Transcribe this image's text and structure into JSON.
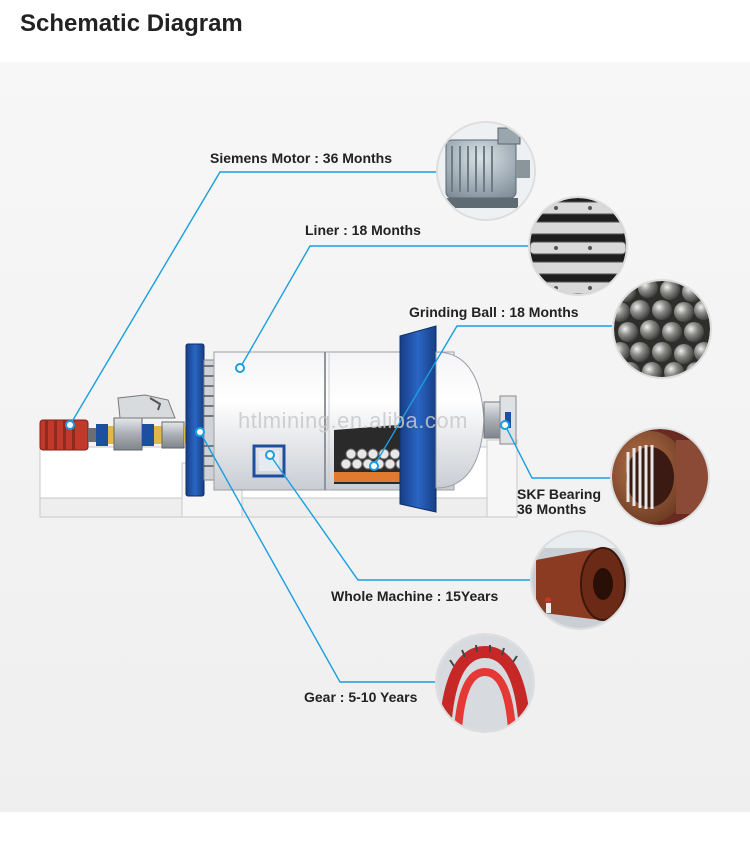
{
  "title": "Schematic Diagram",
  "watermark": "htlmining.en.ali",
  "watermark_tail": "ba.com",
  "components": [
    {
      "label": "Siemens Motor : 36 Months",
      "icon": "electric-motor-icon"
    },
    {
      "label": "Liner : 18 Months",
      "icon": "liner-plates-icon"
    },
    {
      "label": "Grinding Ball : 18 Months",
      "icon": "grinding-balls-icon"
    },
    {
      "label_line1": "SKF Bearing",
      "label_line2": "36 Months",
      "icon": "bearing-icon"
    },
    {
      "label": "Whole Machine  : 15Years",
      "icon": "mill-shell-icon"
    },
    {
      "label": "Gear : 5-10 Years",
      "icon": "girth-gear-icon"
    }
  ],
  "colors": {
    "callout_line": "#1a9ee0",
    "mill_blue": "#1d4fa0",
    "motor_red": "#c0392b",
    "text": "#222222"
  }
}
